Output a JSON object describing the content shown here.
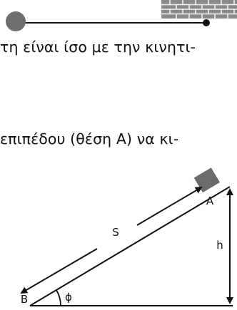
{
  "text": {
    "line1": "τη είναι ίσο με την κινητι-",
    "line2": "επιπέδου (θέση Α) να κι-"
  },
  "figure_top": {
    "icons": [
      "ball-icon",
      "brick-wall-icon"
    ]
  },
  "figure_incline": {
    "labels": {
      "s": "S",
      "a": "A",
      "h": "h",
      "b": "B",
      "phi": "ϕ"
    }
  }
}
